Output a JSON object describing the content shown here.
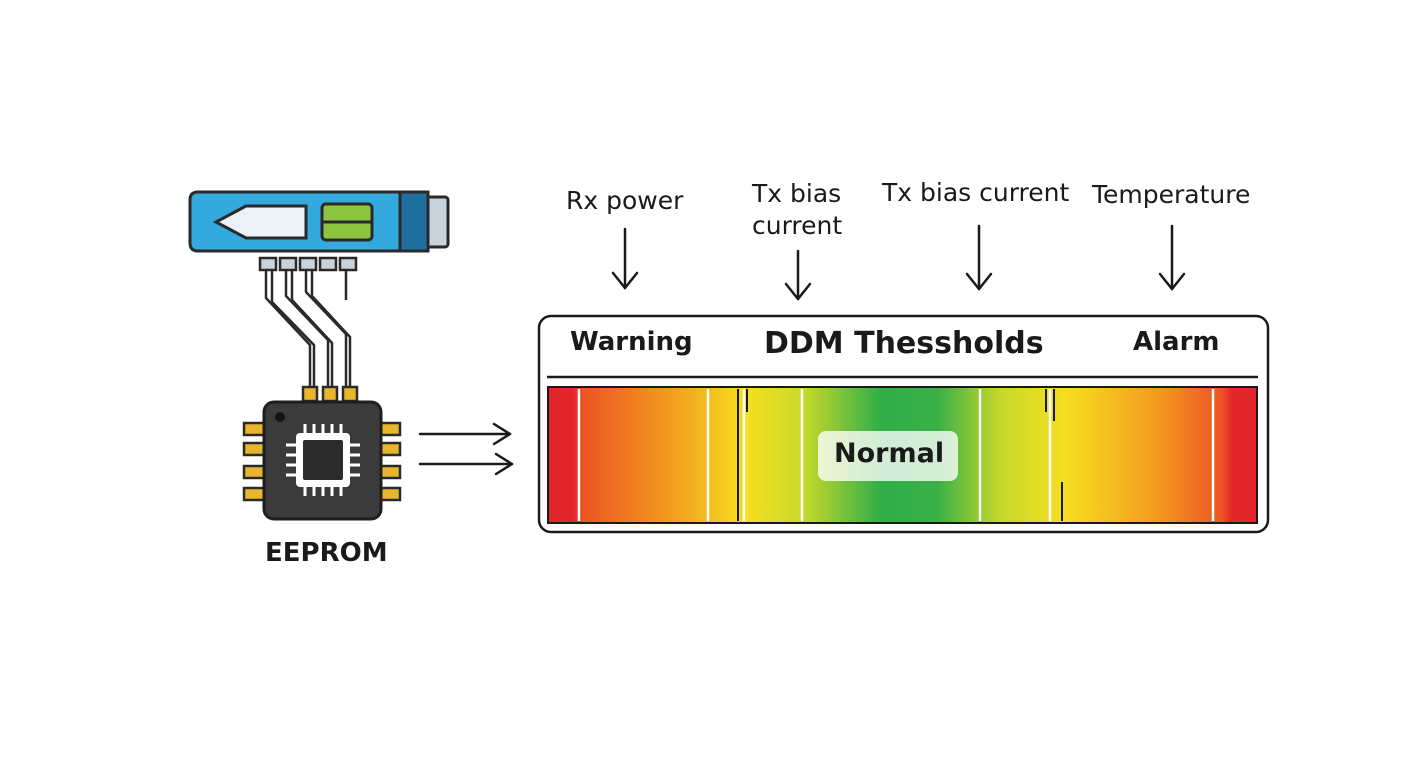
{
  "labels": {
    "rx_power": "Rx power",
    "tx_bias_current_1": "Tx bias current",
    "tx_bias_current_2": "Tx bias current",
    "temperature": "Temperature",
    "warning": "Warning",
    "title": "DDM Thessholds",
    "alarm": "Alarm",
    "normal": "Normal",
    "eeprom": "EEPROM"
  },
  "colors": {
    "module_body": "#33a9dd",
    "module_accent": "#8cc63f",
    "pin_gold": "#e8b62c",
    "chip_body": "#3b3b3b",
    "alarm_red": "#e3262b",
    "warning_orange": "#f39a1f",
    "caution_yellow": "#f6df21",
    "normal_green": "#2fae48"
  },
  "icons": [
    "sfp-module-icon",
    "eeprom-chip-icon",
    "arrow-down-icon",
    "arrow-right-icon"
  ]
}
